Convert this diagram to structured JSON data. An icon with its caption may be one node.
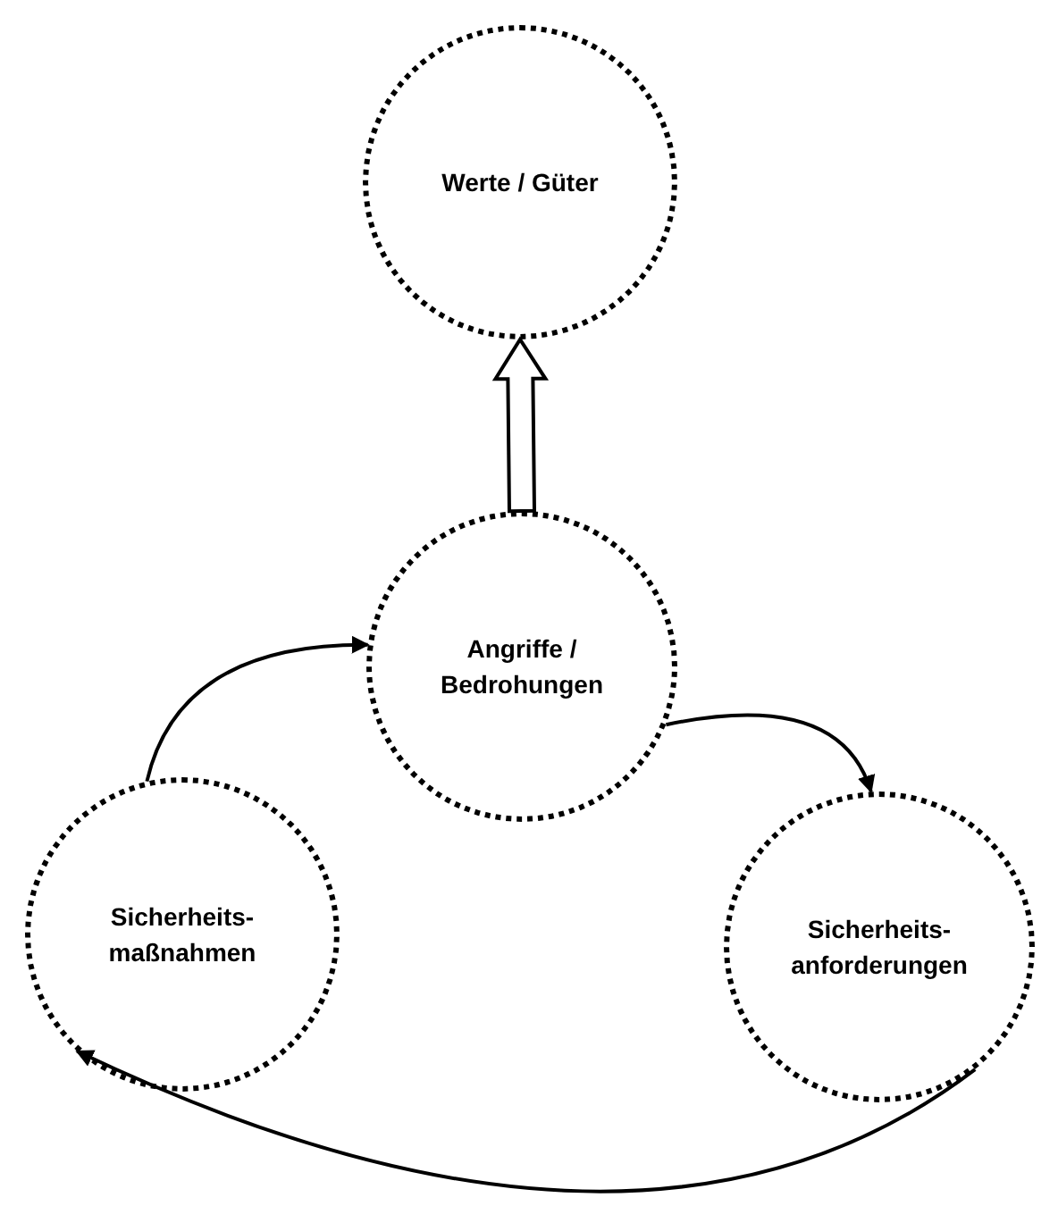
{
  "diagram": {
    "nodes": [
      {
        "text": [
          "Werte / Güter"
        ]
      },
      {
        "text": [
          "Angriffe / Bedrohungen"
        ]
      },
      {
        "text": [
          "Sicherheits-anforderungen"
        ]
      },
      {
        "text": [
          "Sicherheits-maßnahmen"
        ]
      }
    ],
    "edges": [
      {
        "from": 1,
        "to": 0,
        "arrow": "to",
        "style": "thick"
      },
      {
        "from": 1,
        "to": 2,
        "arrow": "to"
      },
      {
        "from": 2,
        "to": 3,
        "arrow": "to"
      },
      {
        "from": 3,
        "to": 1,
        "arrow": "to"
      }
    ]
  }
}
